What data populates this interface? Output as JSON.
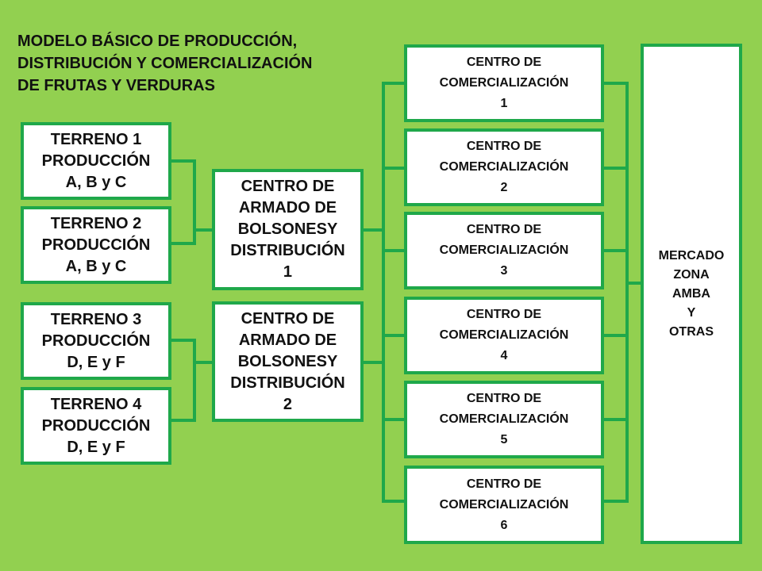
{
  "title": "MODELO BÁSICO DE PRODUCCIÓN,\nDISTRIBUCIÓN Y COMERCIALIZACIÓN\nDE FRUTAS Y VERDURAS",
  "terrenos": [
    "TERRENO 1\nPRODUCCIÓN\nA, B y C",
    "TERRENO 2\nPRODUCCIÓN\nA, B y C",
    "TERRENO 3\nPRODUCCIÓN\nD, E y F",
    "TERRENO 4\nPRODUCCIÓN\nD, E y F"
  ],
  "centros_armado": [
    "CENTRO DE\nARMADO DE\nBOLSONESY\nDISTRIBUCIÓN\n1",
    "CENTRO DE\nARMADO DE\nBOLSONESY\nDISTRIBUCIÓN\n2"
  ],
  "centros_comercializacion": [
    "CENTRO DE\nCOMERCIALIZACIÓN\n1",
    "CENTRO DE\nCOMERCIALIZACIÓN\n2",
    "CENTRO DE\nCOMERCIALIZACIÓN\n3",
    "CENTRO DE\nCOMERCIALIZACIÓN\n4",
    "CENTRO DE\nCOMERCIALIZACIÓN\n5",
    "CENTRO DE\nCOMERCIALIZACIÓN\n6"
  ],
  "mercado": "MERCADO\nZONA\nAMBA\nY\nOTRAS",
  "colors": {
    "background": "#92D050",
    "border": "#1FA84A"
  }
}
